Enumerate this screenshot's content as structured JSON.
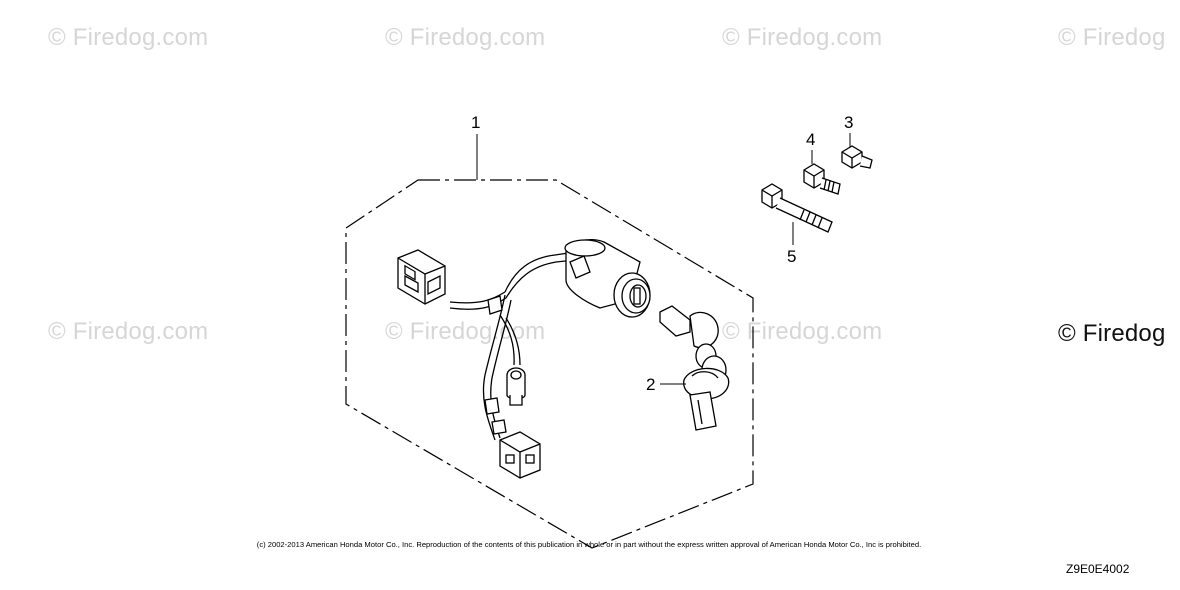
{
  "watermarks": [
    "© Firedog.com",
    "© Firedog.com",
    "© Firedog.com",
    "© Firedog",
    "© Firedog.com",
    "© Firedog.com",
    "© Firedog.com",
    "© Firedog"
  ],
  "callouts": {
    "c1": "1",
    "c2": "2",
    "c3": "3",
    "c4": "4",
    "c5": "5"
  },
  "copyright": "(c) 2002-2013 American Honda Motor Co., Inc. Reproduction of the contents of this publication in whole or in part without the express written approval of American Honda Motor Co., Inc is prohibited.",
  "diagram_code": "Z9E0E4002",
  "colors": {
    "line": "#000000",
    "watermark": "#d6d6d6"
  }
}
